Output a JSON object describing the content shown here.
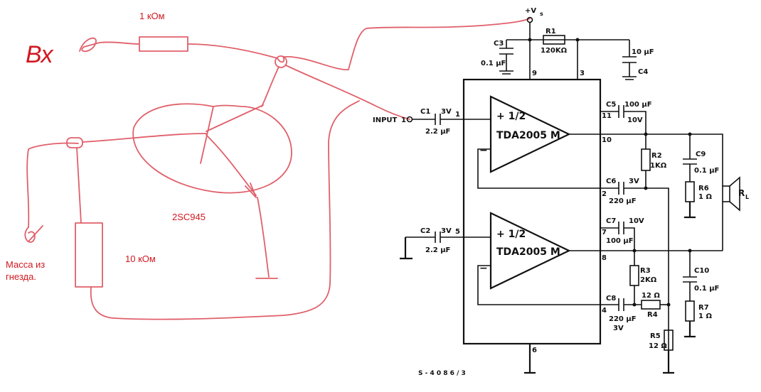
{
  "sketch": {
    "vx_label": "Вх",
    "r_top_label": "1 кОм",
    "transistor_label": "2SC945",
    "r_bottom_label": "10 кОм",
    "gnd_label_line1": "Масса из",
    "gnd_label_line2": "гнезда."
  },
  "schematic": {
    "vs_label": "+V",
    "vs_sub": "s",
    "input_label": "INPUT",
    "ic_half": "+ 1/2",
    "ic_name": "TDA2005 M",
    "plus": "+",
    "minus": "−",
    "load_label": "R",
    "load_sub": "L",
    "figure_code": "S - 4 0 8 6 / 3",
    "components": {
      "c3": {
        "name": "C3",
        "value": "0.1 μF"
      },
      "r1": {
        "name": "R1",
        "value": "120KΩ"
      },
      "c4": {
        "name": "C4",
        "value": "10 μF"
      },
      "c1": {
        "name": "C1",
        "value": "2.2 μF",
        "v": "3V"
      },
      "c2": {
        "name": "C2",
        "value": "2.2 μF",
        "v": "3V"
      },
      "c5": {
        "name": "C5",
        "value": "100 μF",
        "v": "10V"
      },
      "c6": {
        "name": "C6",
        "value": "220 μF",
        "v": "3V"
      },
      "c7": {
        "name": "C7",
        "value": "100 μF",
        "v": "10V"
      },
      "c8": {
        "name": "C8",
        "value": "220 μF",
        "v": "3V"
      },
      "c9": {
        "name": "C9",
        "value": "0.1 μF"
      },
      "c10": {
        "name": "C10",
        "value": "0.1 μF"
      },
      "r2": {
        "name": "R2",
        "value": "1KΩ"
      },
      "r3": {
        "name": "R3",
        "value": "2KΩ"
      },
      "r4": {
        "name": "R4",
        "value": "12 Ω"
      },
      "r5": {
        "name": "R5",
        "value": "12 Ω"
      },
      "r6": {
        "name": "R6",
        "value": "1 Ω"
      },
      "r7": {
        "name": "R7",
        "value": "1 Ω"
      }
    },
    "pins": {
      "p1": "1",
      "p2": "2",
      "p3": "3",
      "p4": "4",
      "p5": "5",
      "p6": "6",
      "p7": "7",
      "p8": "8",
      "p9": "9",
      "p10": "10",
      "p11": "11"
    }
  }
}
